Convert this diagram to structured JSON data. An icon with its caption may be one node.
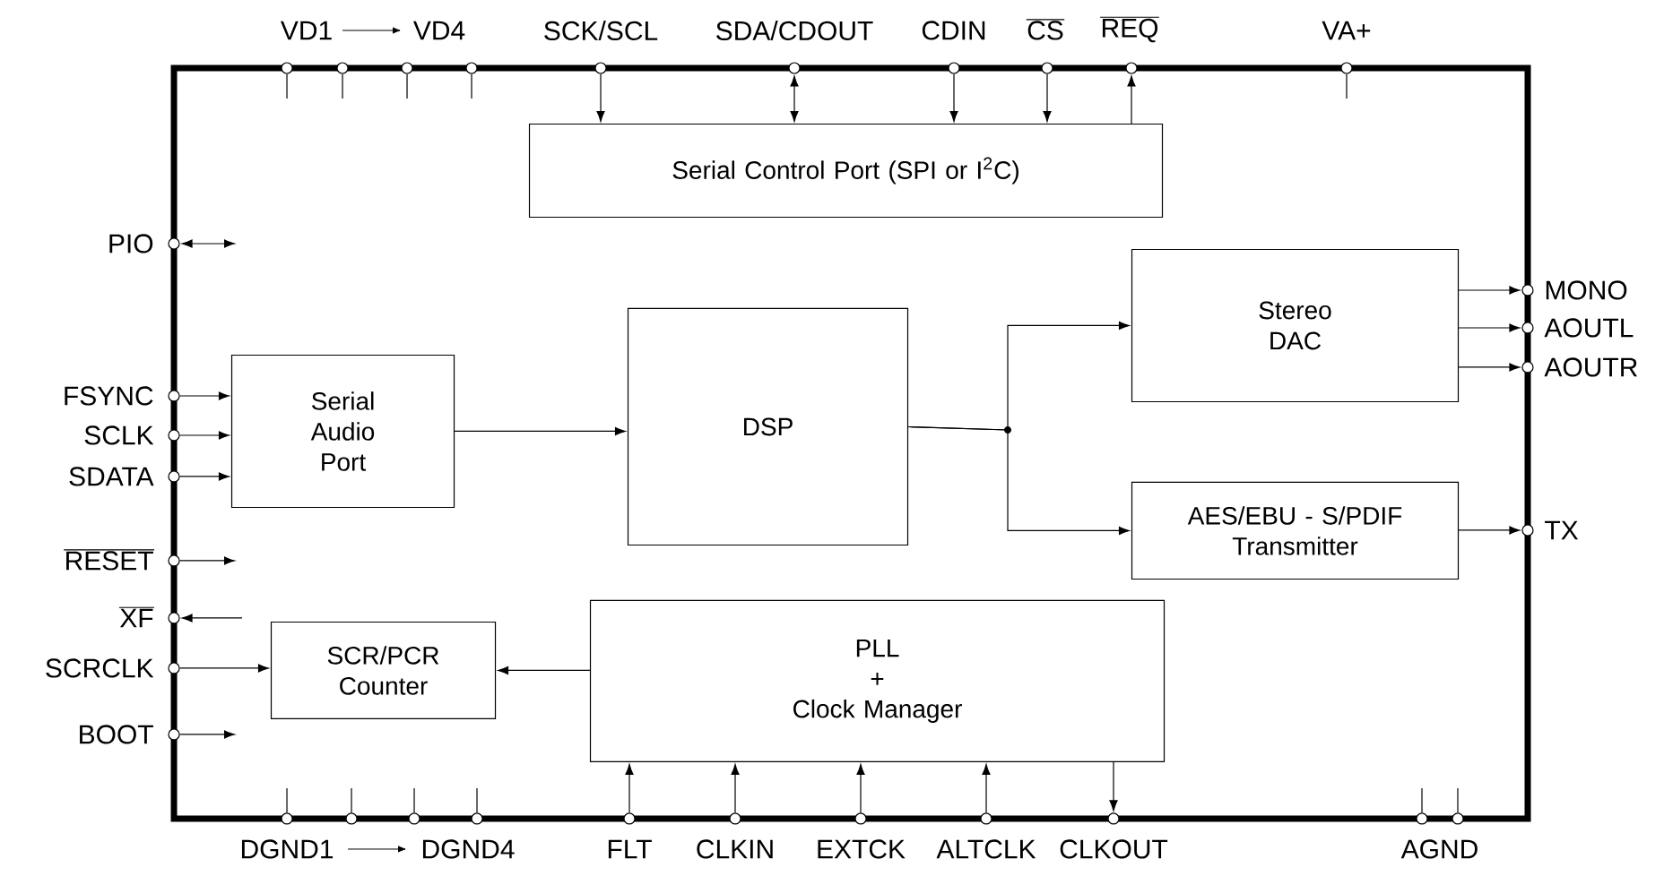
{
  "diagram": {
    "nodes": [
      {
        "text": [],
        "shape": "box"
      },
      {
        "text": [
          "Serial Control Port (SPI or I$^{2}$C)"
        ],
        "in": 0
      },
      {
        "text": [
          "Serial Audio Port"
        ],
        "in": 0
      },
      {
        "text": [
          "DSP"
        ],
        "in": 0
      },
      {
        "text": [
          "Stereo DAC"
        ],
        "in": 0
      },
      {
        "text": [
          "AES/EBU - S/PDIF Transmitter"
        ],
        "in": 0
      },
      {
        "text": [
          "SCR/PCR Counter"
        ],
        "in": 0
      },
      {
        "text": [
          "PLL",
          "+",
          "Clock Manager"
        ],
        "in": 0
      },
      {
        "text": [],
        "shape": "circle",
        "beside": [
          "VD1"
        ]
      },
      {
        "text": [],
        "shape": "circle"
      },
      {
        "text": [],
        "shape": "circle"
      },
      {
        "text": [],
        "shape": "circle",
        "beside": [
          "VD4"
        ]
      },
      {
        "text": [],
        "shape": "circle",
        "beside": [
          "SCK/SCL"
        ]
      },
      {
        "text": [],
        "shape": "circle",
        "beside": [
          "SDA/CDOUT"
        ]
      },
      {
        "text": [],
        "shape": "circle",
        "beside": [
          "CDIN"
        ]
      },
      {
        "text": [],
        "shape": "circle",
        "beside": [
          "CS"
        ]
      },
      {
        "text": [],
        "shape": "circle",
        "beside": [
          "REQ"
        ]
      },
      {
        "text": [],
        "shape": "circle",
        "beside": [
          "VA+"
        ]
      },
      {
        "text": [],
        "shape": "circle",
        "beside": [
          "PIO"
        ]
      },
      {
        "text": [],
        "shape": "circle",
        "beside": [
          "FSYNC"
        ]
      },
      {
        "text": [],
        "shape": "circle",
        "beside": [
          "SCLK"
        ]
      },
      {
        "text": [],
        "shape": "circle",
        "beside": [
          "SDATA"
        ]
      },
      {
        "text": [],
        "shape": "circle",
        "beside": [
          "RESET"
        ]
      },
      {
        "text": [],
        "shape": "circle",
        "beside": [
          "XF"
        ]
      },
      {
        "text": [],
        "shape": "circle",
        "beside": [
          "SCRCLK"
        ]
      },
      {
        "text": [],
        "shape": "circle",
        "beside": [
          "BOOT"
        ]
      },
      {
        "text": [],
        "shape": "circle",
        "beside": [
          "MONO"
        ]
      },
      {
        "text": [],
        "shape": "circle",
        "beside": [
          "AOUTL"
        ]
      },
      {
        "text": [],
        "shape": "circle",
        "beside": [
          "AOUTR"
        ]
      },
      {
        "text": [],
        "shape": "circle",
        "beside": [
          "TX"
        ]
      },
      {
        "text": [],
        "shape": "circle",
        "beside": [
          "DGND1"
        ]
      },
      {
        "text": [],
        "shape": "circle"
      },
      {
        "text": [],
        "shape": "circle"
      },
      {
        "text": [],
        "shape": "circle",
        "beside": [
          "DGND4"
        ]
      },
      {
        "text": [],
        "shape": "circle",
        "beside": [
          "FLT"
        ]
      },
      {
        "text": [],
        "shape": "circle",
        "beside": [
          "CLKIN"
        ]
      },
      {
        "text": [],
        "shape": "circle",
        "beside": [
          "EXTCK"
        ]
      },
      {
        "text": [],
        "shape": "circle",
        "beside": [
          "ALTCLK"
        ]
      },
      {
        "text": [],
        "shape": "circle",
        "beside": [
          "CLKOUT"
        ]
      },
      {
        "text": [],
        "shape": "circle",
        "beside": [
          "AGND"
        ]
      },
      {
        "text": [],
        "shape": "circle"
      }
    ],
    "edges": [
      {
        "from": 12,
        "to": 1,
        "arrow": "to"
      },
      {
        "from": 13,
        "to": 1,
        "arrow": "both"
      },
      {
        "from": 14,
        "to": 1,
        "arrow": "to"
      },
      {
        "from": 15,
        "to": 1,
        "arrow": "to"
      },
      {
        "from": 1,
        "to": 16,
        "arrow": "to"
      },
      {
        "from": 18,
        "to": null,
        "arrow": "both"
      },
      {
        "from": 19,
        "to": 2,
        "arrow": "to"
      },
      {
        "from": 20,
        "to": 2,
        "arrow": "to"
      },
      {
        "from": 21,
        "to": 2,
        "arrow": "to"
      },
      {
        "from": 2,
        "to": 3,
        "arrow": "to"
      },
      {
        "from": 3,
        "to": 4,
        "arrow": "to"
      },
      {
        "from": 3,
        "to": 5,
        "arrow": "to"
      },
      {
        "from": 4,
        "to": 26,
        "arrow": "to"
      },
      {
        "from": 4,
        "to": 27,
        "arrow": "to"
      },
      {
        "from": 4,
        "to": 28,
        "arrow": "to"
      },
      {
        "from": 5,
        "to": 29,
        "arrow": "to"
      },
      {
        "from": 22,
        "to": null,
        "arrow": "to"
      },
      {
        "from": null,
        "to": 23,
        "arrow": "to"
      },
      {
        "from": 24,
        "to": 6,
        "arrow": "to"
      },
      {
        "from": 25,
        "to": null,
        "arrow": "to"
      },
      {
        "from": 7,
        "to": 6,
        "arrow": "to"
      },
      {
        "from": 34,
        "to": 7,
        "arrow": "to"
      },
      {
        "from": 35,
        "to": 7,
        "arrow": "to"
      },
      {
        "from": 36,
        "to": 7,
        "arrow": "to"
      },
      {
        "from": 37,
        "to": 7,
        "arrow": "to"
      },
      {
        "from": 7,
        "to": 38,
        "arrow": "to"
      },
      {
        "from": 8,
        "to": null,
        "arrow": "none"
      },
      {
        "from": 9,
        "to": null,
        "arrow": "none"
      },
      {
        "from": 10,
        "to": null,
        "arrow": "none"
      },
      {
        "from": 11,
        "to": null,
        "arrow": "none"
      },
      {
        "from": 17,
        "to": null,
        "arrow": "none"
      },
      {
        "from": 30,
        "to": null,
        "arrow": "none"
      },
      {
        "from": 31,
        "to": null,
        "arrow": "none"
      },
      {
        "from": 32,
        "to": null,
        "arrow": "none"
      },
      {
        "from": 33,
        "to": null,
        "arrow": "none"
      },
      {
        "from": 39,
        "to": null,
        "arrow": "none"
      },
      {
        "from": 40,
        "to": null,
        "arrow": "none"
      }
    ]
  }
}
